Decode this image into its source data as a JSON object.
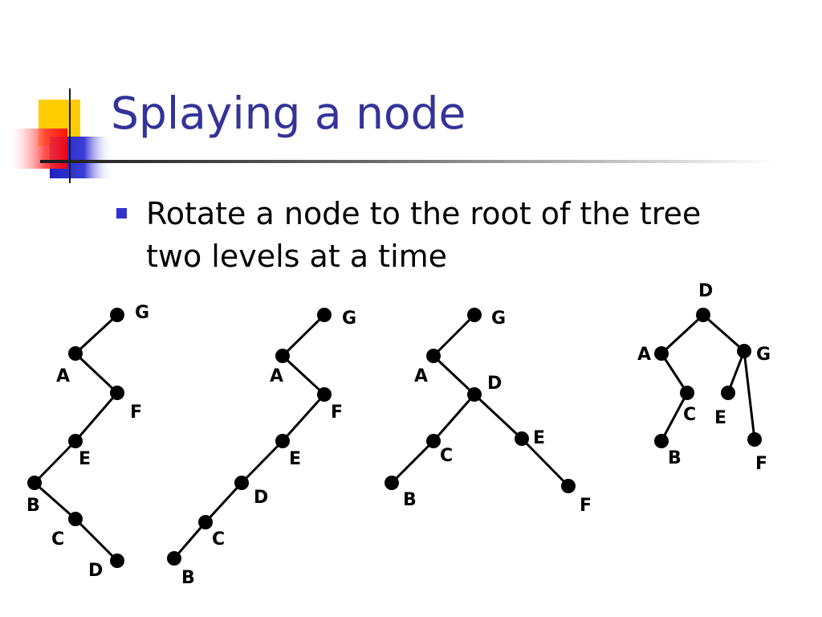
{
  "slide": {
    "title": "Splaying a node",
    "title_color": "#333399",
    "bullet_color": "#3333cc",
    "bullets": [
      {
        "lines": [
          "Rotate a node to the root of the tree",
          "two levels at a time"
        ]
      }
    ]
  },
  "trees": [
    {
      "nodes": [
        {
          "id": "G",
          "label": "G"
        },
        {
          "id": "A",
          "label": "A"
        },
        {
          "id": "F",
          "label": "F"
        },
        {
          "id": "E",
          "label": "E"
        },
        {
          "id": "B",
          "label": "B"
        },
        {
          "id": "C",
          "label": "C"
        },
        {
          "id": "D",
          "label": "D"
        }
      ],
      "edges": [
        [
          "G",
          "A"
        ],
        [
          "A",
          "F"
        ],
        [
          "F",
          "E"
        ],
        [
          "E",
          "B"
        ],
        [
          "B",
          "C"
        ],
        [
          "C",
          "D"
        ]
      ]
    },
    {
      "nodes": [
        {
          "id": "G",
          "label": "G"
        },
        {
          "id": "A",
          "label": "A"
        },
        {
          "id": "F",
          "label": "F"
        },
        {
          "id": "E",
          "label": "E"
        },
        {
          "id": "D",
          "label": "D"
        },
        {
          "id": "C",
          "label": "C"
        },
        {
          "id": "B",
          "label": "B"
        }
      ],
      "edges": [
        [
          "G",
          "A"
        ],
        [
          "A",
          "F"
        ],
        [
          "F",
          "E"
        ],
        [
          "E",
          "D"
        ],
        [
          "D",
          "C"
        ],
        [
          "C",
          "B"
        ]
      ]
    },
    {
      "nodes": [
        {
          "id": "G",
          "label": "G"
        },
        {
          "id": "A",
          "label": "A"
        },
        {
          "id": "D",
          "label": "D"
        },
        {
          "id": "C",
          "label": "C"
        },
        {
          "id": "E",
          "label": "E"
        },
        {
          "id": "B",
          "label": "B"
        },
        {
          "id": "F",
          "label": "F"
        }
      ],
      "edges": [
        [
          "G",
          "A"
        ],
        [
          "A",
          "D"
        ],
        [
          "D",
          "C"
        ],
        [
          "D",
          "E"
        ],
        [
          "C",
          "B"
        ],
        [
          "E",
          "F"
        ]
      ]
    },
    {
      "nodes": [
        {
          "id": "D",
          "label": "D"
        },
        {
          "id": "A",
          "label": "A"
        },
        {
          "id": "G",
          "label": "G"
        },
        {
          "id": "C",
          "label": "C"
        },
        {
          "id": "E",
          "label": "E"
        },
        {
          "id": "B",
          "label": "B"
        },
        {
          "id": "F",
          "label": "F"
        }
      ],
      "edges": [
        [
          "D",
          "A"
        ],
        [
          "D",
          "G"
        ],
        [
          "A",
          "C"
        ],
        [
          "G",
          "E"
        ],
        [
          "C",
          "B"
        ],
        [
          "G",
          "F"
        ]
      ]
    }
  ]
}
